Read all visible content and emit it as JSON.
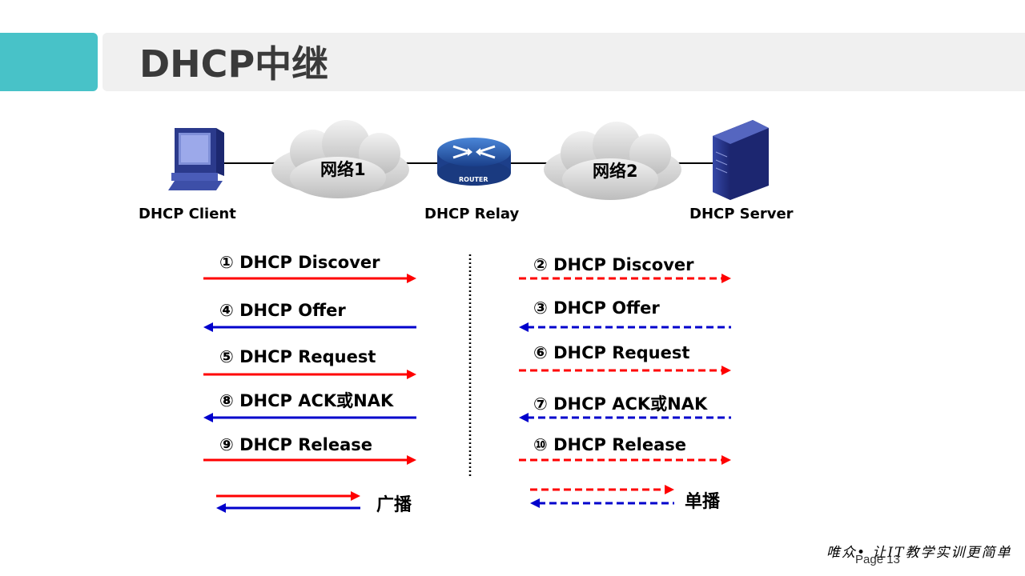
{
  "title": "DHCP中继",
  "nodes": {
    "client": "DHCP Client",
    "relay": "DHCP Relay",
    "server": "DHCP Server",
    "network1": "网络1",
    "network2": "网络2",
    "router_text": "ROUTER"
  },
  "left_messages": [
    {
      "label": "① DHCP Discover",
      "type": "broadcast",
      "direction": "right"
    },
    {
      "label": "④ DHCP Offer",
      "type": "broadcast",
      "direction": "left"
    },
    {
      "label": "⑤ DHCP Request",
      "type": "broadcast",
      "direction": "right"
    },
    {
      "label": "⑧ DHCP ACK或NAK",
      "type": "broadcast",
      "direction": "left"
    },
    {
      "label": "⑨ DHCP Release",
      "type": "broadcast",
      "direction": "right"
    }
  ],
  "right_messages": [
    {
      "label": "② DHCP Discover",
      "type": "unicast",
      "direction": "right"
    },
    {
      "label": "③ DHCP Offer",
      "type": "unicast",
      "direction": "left"
    },
    {
      "label": "⑥ DHCP Request",
      "type": "unicast",
      "direction": "right"
    },
    {
      "label": "⑦ DHCP ACK或NAK",
      "type": "unicast",
      "direction": "left"
    },
    {
      "label": "⑩ DHCP Release",
      "type": "unicast",
      "direction": "right"
    }
  ],
  "legend": {
    "broadcast": "广播",
    "unicast": "单播"
  },
  "colors": {
    "accent": "#48c2c8",
    "to_server": "#ff0000",
    "to_client": "#0000cc"
  },
  "footer": {
    "slogan": "唯众• 让IT教学实训更简单",
    "page": "Page 13"
  }
}
